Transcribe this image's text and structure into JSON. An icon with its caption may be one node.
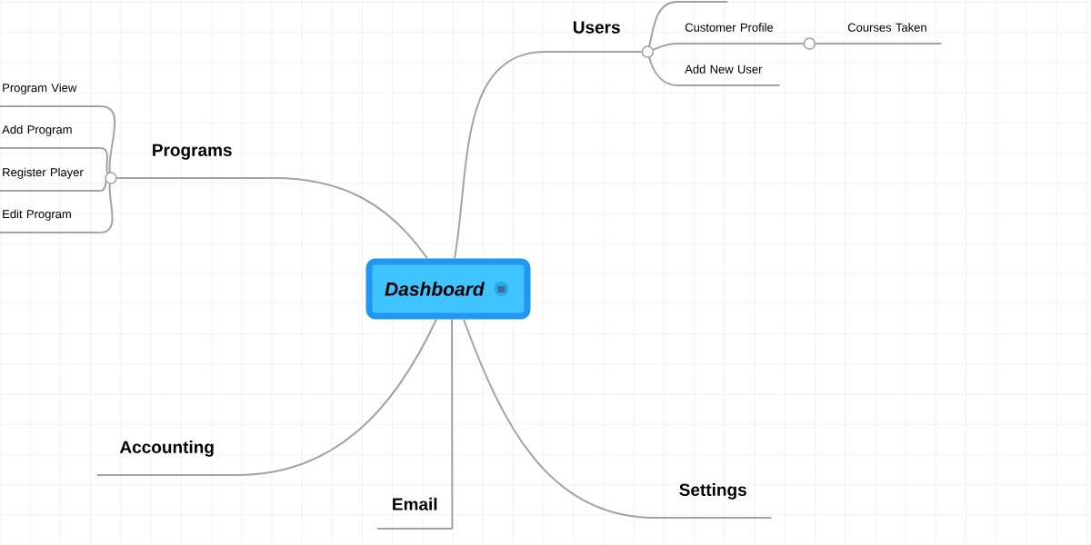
{
  "diagram": {
    "nodes": [
      {
        "text": [
          "Dashboard"
        ]
      },
      {
        "text": [
          "Users"
        ]
      },
      {
        "text": [],
        "shape": "line"
      },
      {
        "text": [
          "Customer Profile"
        ]
      },
      {
        "text": [
          "Courses Taken"
        ]
      },
      {
        "text": [
          "Add New User"
        ]
      },
      {
        "text": [
          "Programs"
        ]
      },
      {
        "text": [
          "Program View"
        ]
      },
      {
        "text": [
          "Add Program"
        ]
      },
      {
        "text": [
          "Register Player"
        ]
      },
      {
        "text": [
          "Edit Program"
        ]
      },
      {
        "text": [
          "Accounting"
        ]
      },
      {
        "text": [
          "Email"
        ]
      },
      {
        "text": [
          "Settings"
        ]
      }
    ],
    "edges": [
      {
        "from": 0,
        "to": 1,
        "arrow": "none"
      },
      {
        "from": 1,
        "to": 2,
        "arrow": "none"
      },
      {
        "from": 1,
        "to": 3,
        "arrow": "none"
      },
      {
        "from": 3,
        "to": 4,
        "arrow": "none"
      },
      {
        "from": 1,
        "to": 5,
        "arrow": "none"
      },
      {
        "from": 0,
        "to": 6,
        "arrow": "none"
      },
      {
        "from": 6,
        "to": 7,
        "arrow": "none"
      },
      {
        "from": 6,
        "to": 8,
        "arrow": "none"
      },
      {
        "from": 6,
        "to": 9,
        "arrow": "none"
      },
      {
        "from": 6,
        "to": 10,
        "arrow": "none"
      },
      {
        "from": 0,
        "to": 11,
        "arrow": "none"
      },
      {
        "from": 0,
        "to": 12,
        "arrow": "none"
      },
      {
        "from": 0,
        "to": 13,
        "arrow": "none"
      }
    ]
  }
}
